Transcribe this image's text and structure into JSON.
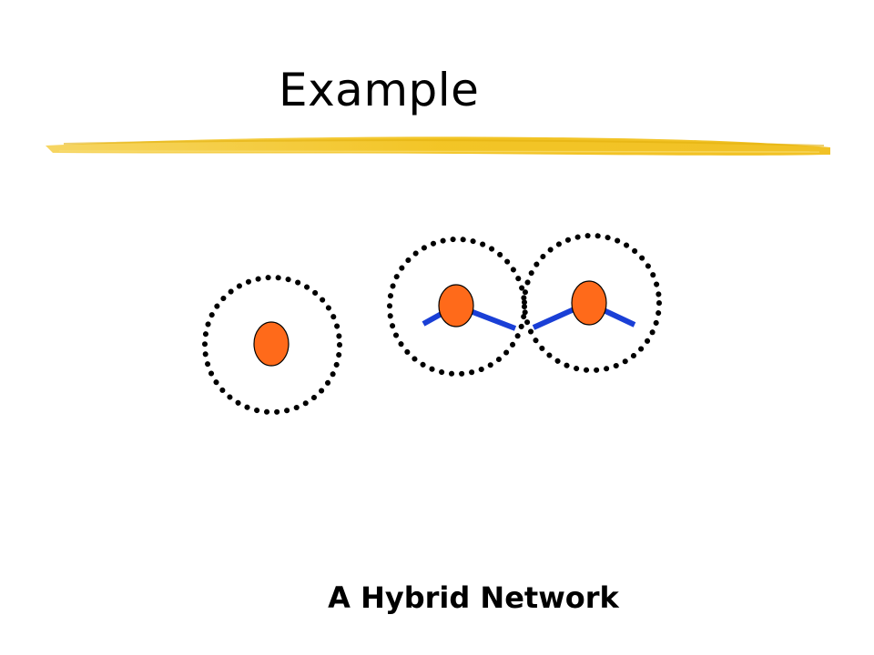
{
  "slide": {
    "title": "Example",
    "caption": "A Hybrid Network"
  },
  "colors": {
    "node_fill": "#FF6A1A",
    "node_stroke": "#000000",
    "link": "#1A3FD6",
    "range_dots": "#000000",
    "title_rule": "#F2C21B"
  },
  "diagram": {
    "nodes": [
      {
        "name": "node-isolated"
      },
      {
        "name": "node-middle"
      },
      {
        "name": "node-right"
      }
    ],
    "ranges": [
      {
        "name": "range-isolated"
      },
      {
        "name": "range-middle"
      },
      {
        "name": "range-right"
      }
    ]
  }
}
